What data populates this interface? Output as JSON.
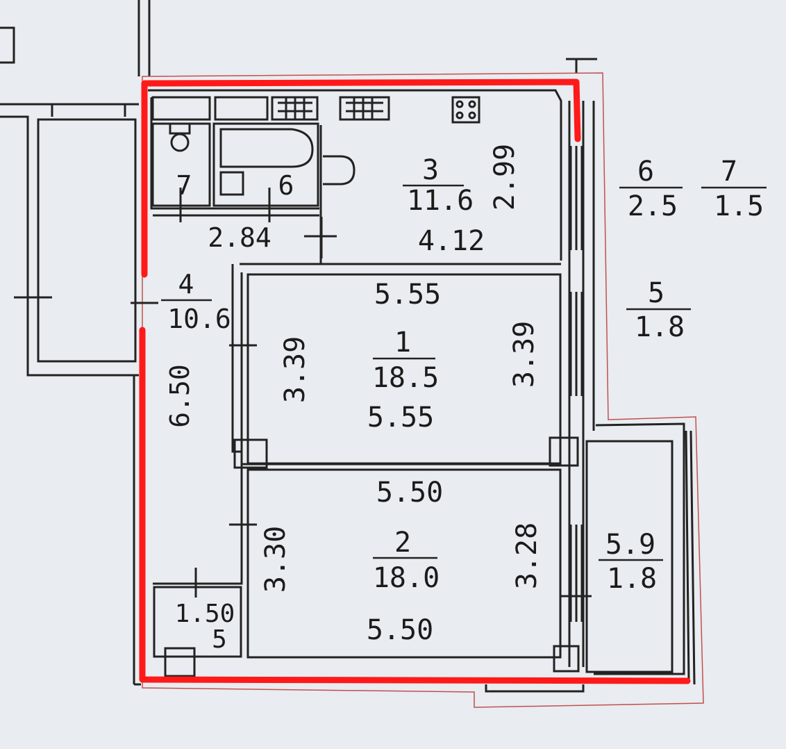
{
  "colors": {
    "paper": "#e9ecf0",
    "wall": "#222222",
    "highlight": "#ff1a1a",
    "outline": "#c0504d"
  },
  "rooms": [
    {
      "id": "room-1",
      "number": "1",
      "area": "18.5",
      "dims": [
        "5.55",
        "5.55",
        "3.39",
        "3.39"
      ]
    },
    {
      "id": "room-2",
      "number": "2",
      "area": "18.0",
      "dims": [
        "5.50",
        "5.50",
        "3.30",
        "3.28"
      ]
    },
    {
      "id": "room-3",
      "number": "3",
      "area": "11.6",
      "dims": [
        "4.12",
        "2.99"
      ]
    },
    {
      "id": "room-4",
      "number": "4",
      "area": "10.6",
      "dims": [
        "6.50",
        "2.84"
      ]
    },
    {
      "id": "room-5",
      "number": "5",
      "dims": [
        "1.50"
      ]
    },
    {
      "id": "room-6",
      "number": "6"
    },
    {
      "id": "room-7",
      "number": "7"
    }
  ],
  "loggia": {
    "top": "5.9",
    "bottom": "1.8"
  },
  "legend": [
    {
      "number": "6",
      "value": "2.5"
    },
    {
      "number": "7",
      "value": "1.5"
    },
    {
      "number": "5",
      "value": "1.8"
    }
  ]
}
